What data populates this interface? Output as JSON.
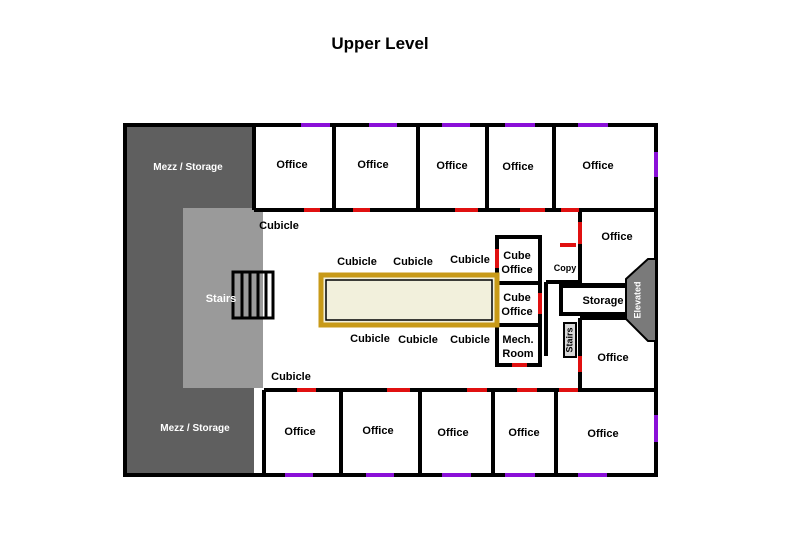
{
  "title": "Upper Level",
  "colors": {
    "wall": "#000000",
    "mezz": "#5f5f5f",
    "stairs_area": "#9a9a9a",
    "door": "#e01010",
    "window": "#8a10d8",
    "counter_fill": "#f2f0dc",
    "counter_border": "#c89a18",
    "elevated": "#7a7a7a",
    "floor": "#ffffff"
  },
  "labels": {
    "mezz_top": "Mezz / Storage",
    "mezz_bottom": "Mezz / Storage",
    "stairs_main": "Stairs",
    "stairs_small": "Stairs",
    "office": "Office",
    "cubicle": "Cubicle",
    "cube_office_1": "Cube",
    "cube_office_2": "Office",
    "mech_1": "Mech.",
    "mech_2": "Room",
    "copy": "Copy",
    "storage": "Storage",
    "elevated": "Elevated"
  }
}
